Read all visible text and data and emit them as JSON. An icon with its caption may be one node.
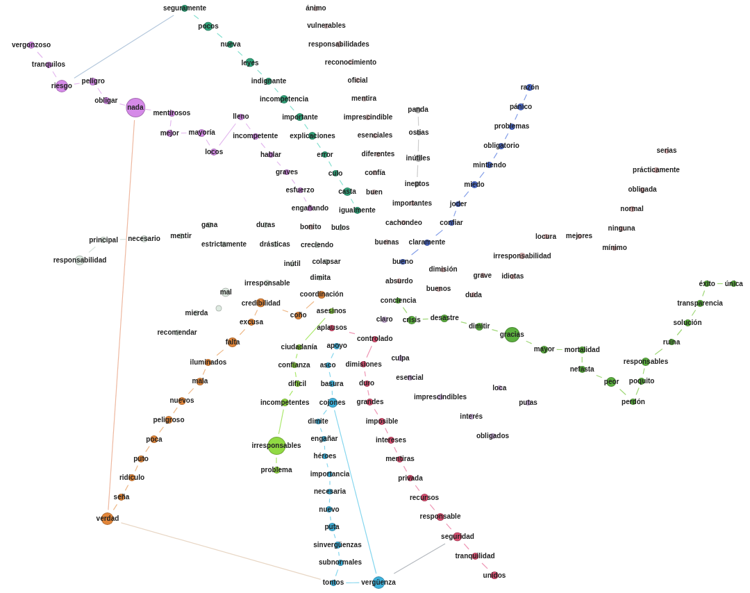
{
  "diagram": {
    "nodes": [
      {
        "text": [
          "vergonzoso"
        ]
      },
      {
        "text": [
          "tranquilos"
        ]
      },
      {
        "text": [
          "riesgo"
        ]
      },
      {
        "text": [
          "peligro"
        ]
      },
      {
        "text": [
          "obligar"
        ]
      },
      {
        "text": [
          "nada"
        ]
      },
      {
        "text": [
          "mentirosos"
        ]
      },
      {
        "text": [
          "mejor"
        ]
      },
      {
        "text": [
          "mayoría"
        ]
      },
      {
        "text": [
          "locos"
        ]
      },
      {
        "text": [
          "lleno"
        ]
      },
      {
        "text": [
          "incompetente"
        ]
      },
      {
        "text": [
          "hablar"
        ]
      },
      {
        "text": [
          "graves"
        ]
      },
      {
        "text": [
          "esfuerzo"
        ]
      },
      {
        "text": [
          "engañando"
        ]
      },
      {
        "text": [
          "seguramente"
        ]
      },
      {
        "text": [
          "pocos"
        ]
      },
      {
        "text": [
          "nueva"
        ]
      },
      {
        "text": [
          "leyes"
        ]
      },
      {
        "text": [
          "indignante"
        ]
      },
      {
        "text": [
          "incompetencia"
        ]
      },
      {
        "text": [
          "importante"
        ]
      },
      {
        "text": [
          "explicaciones"
        ]
      },
      {
        "text": [
          "error"
        ]
      },
      {
        "text": [
          "culo"
        ]
      },
      {
        "text": [
          "casta"
        ]
      },
      {
        "text": [
          "igualmente"
        ]
      },
      {
        "text": [
          "ánimo"
        ]
      },
      {
        "text": [
          "vulnerables"
        ]
      },
      {
        "text": [
          "responsabilidades"
        ]
      },
      {
        "text": [
          "reconocimiento"
        ]
      },
      {
        "text": [
          "oficial"
        ]
      },
      {
        "text": [
          "mentira"
        ]
      },
      {
        "text": [
          "imprescindible"
        ]
      },
      {
        "text": [
          "esenciales"
        ]
      },
      {
        "text": [
          "diferentes"
        ]
      },
      {
        "text": [
          "confía"
        ]
      },
      {
        "text": [
          "buen"
        ]
      },
      {
        "text": [
          "importantes"
        ]
      },
      {
        "text": [
          "cachondeo"
        ]
      },
      {
        "text": [
          "buenas"
        ]
      },
      {
        "text": [
          "bonito"
        ]
      },
      {
        "text": [
          "panda"
        ]
      },
      {
        "text": [
          "ostias"
        ]
      },
      {
        "text": [
          "inútiles"
        ]
      },
      {
        "text": [
          "ineptos"
        ]
      },
      {
        "text": [
          "razón"
        ]
      },
      {
        "text": [
          "pánico"
        ]
      },
      {
        "text": [
          "problemas"
        ]
      },
      {
        "text": [
          "obligatorio"
        ]
      },
      {
        "text": [
          "mintiendo"
        ]
      },
      {
        "text": [
          "miedo"
        ]
      },
      {
        "text": [
          "joder"
        ]
      },
      {
        "text": [
          "confiar"
        ]
      },
      {
        "text": [
          "claramente"
        ]
      },
      {
        "text": [
          "bueno"
        ]
      },
      {
        "text": [
          "serias"
        ]
      },
      {
        "text": [
          "prácticamente"
        ]
      },
      {
        "text": [
          "obligada"
        ]
      },
      {
        "text": [
          "normal"
        ]
      },
      {
        "text": [
          "ninguna"
        ]
      },
      {
        "text": [
          "mínimo"
        ]
      },
      {
        "text": [
          "mejores"
        ]
      },
      {
        "text": [
          "locura"
        ]
      },
      {
        "text": [
          "irresponsabilidad"
        ]
      },
      {
        "text": [
          "idiotas"
        ]
      },
      {
        "text": [
          "grave"
        ]
      },
      {
        "text": [
          "duda"
        ]
      },
      {
        "text": [
          "dimisión"
        ]
      },
      {
        "text": [
          "absurdo"
        ]
      },
      {
        "text": [
          "buenos"
        ]
      },
      {
        "text": [
          "conciencia"
        ]
      },
      {
        "text": [
          "crisis"
        ]
      },
      {
        "text": [
          "desastre"
        ]
      },
      {
        "text": [
          "dimitir"
        ]
      },
      {
        "text": [
          "gracias"
        ]
      },
      {
        "text": [
          "mayor"
        ]
      },
      {
        "text": [
          "mortalidad"
        ]
      },
      {
        "text": [
          "nefasta"
        ]
      },
      {
        "text": [
          "peor"
        ]
      },
      {
        "text": [
          "perdón"
        ]
      },
      {
        "text": [
          "poquito"
        ]
      },
      {
        "text": [
          "responsables"
        ]
      },
      {
        "text": [
          "ruina"
        ]
      },
      {
        "text": [
          "solución"
        ]
      },
      {
        "text": [
          "transparencia"
        ]
      },
      {
        "text": [
          "éxito"
        ]
      },
      {
        "text": [
          "única"
        ]
      },
      {
        "text": [
          "responsabilidad"
        ]
      },
      {
        "text": [
          "principal"
        ]
      },
      {
        "text": [
          "necesario"
        ]
      },
      {
        "text": [
          "mentir"
        ]
      },
      {
        "text": [
          "gana"
        ]
      },
      {
        "text": [
          "estrictamente"
        ]
      },
      {
        "text": [
          "duras"
        ]
      },
      {
        "text": [
          "drásticas"
        ]
      },
      {
        "text": [
          "creciendo"
        ]
      },
      {
        "text": [
          "bulos"
        ]
      },
      {
        "text": [
          "colapsar"
        ]
      },
      {
        "text": [
          "inútil"
        ]
      },
      {
        "text": [
          "dimita"
        ]
      },
      {
        "text": [
          "irresponsable"
        ]
      },
      {
        "text": [
          "mal"
        ]
      },
      {
        "text": [],
        "shape": "circle"
      },
      {
        "text": [
          "mierda"
        ]
      },
      {
        "text": [
          "recomendar"
        ]
      },
      {
        "text": [
          "coordinación"
        ]
      },
      {
        "text": [
          "coño"
        ]
      },
      {
        "text": [
          "credibilidad"
        ]
      },
      {
        "text": [
          "excusa"
        ]
      },
      {
        "text": [
          "falta"
        ]
      },
      {
        "text": [
          "iluminados"
        ]
      },
      {
        "text": [
          "mala"
        ]
      },
      {
        "text": [
          "nuevos"
        ]
      },
      {
        "text": [
          "peligroso"
        ]
      },
      {
        "text": [
          "poca"
        ]
      },
      {
        "text": [
          "puto"
        ]
      },
      {
        "text": [
          "ridículo"
        ]
      },
      {
        "text": [
          "seña"
        ]
      },
      {
        "text": [
          "verdad"
        ]
      },
      {
        "text": [
          "asesinos"
        ]
      },
      {
        "text": [
          "ciudadanía"
        ]
      },
      {
        "text": [
          "confianza"
        ]
      },
      {
        "text": [
          "difícil"
        ]
      },
      {
        "text": [
          "incompetentes"
        ]
      },
      {
        "text": [
          "irresponsables"
        ]
      },
      {
        "text": [
          "problema"
        ]
      },
      {
        "text": [
          "apoyo"
        ]
      },
      {
        "text": [
          "asco"
        ]
      },
      {
        "text": [
          "basura"
        ]
      },
      {
        "text": [
          "cojones"
        ]
      },
      {
        "text": [
          "dimite"
        ]
      },
      {
        "text": [
          "engañar"
        ]
      },
      {
        "text": [
          "héroes"
        ]
      },
      {
        "text": [
          "importancia"
        ]
      },
      {
        "text": [
          "necesaria"
        ]
      },
      {
        "text": [
          "nuevo"
        ]
      },
      {
        "text": [
          "puta"
        ]
      },
      {
        "text": [
          "sinvergüenzas"
        ]
      },
      {
        "text": [
          "subnormales"
        ]
      },
      {
        "text": [
          "tontos"
        ]
      },
      {
        "text": [
          "vergüenza"
        ]
      },
      {
        "text": [
          "aplausos"
        ]
      },
      {
        "text": [
          "controlado"
        ]
      },
      {
        "text": [
          "dimisiones"
        ]
      },
      {
        "text": [
          "duro"
        ]
      },
      {
        "text": [
          "grandes"
        ]
      },
      {
        "text": [
          "imposible"
        ]
      },
      {
        "text": [
          "intereses"
        ]
      },
      {
        "text": [
          "mentiras"
        ]
      },
      {
        "text": [
          "privada"
        ]
      },
      {
        "text": [
          "recursos"
        ]
      },
      {
        "text": [
          "responsable"
        ]
      },
      {
        "text": [
          "seguridad"
        ]
      },
      {
        "text": [
          "tranquilidad"
        ]
      },
      {
        "text": [
          "unidos"
        ]
      },
      {
        "text": [
          "claro"
        ]
      },
      {
        "text": [
          "culpa"
        ]
      },
      {
        "text": [
          "esencial"
        ]
      },
      {
        "text": [
          "imprescindibles"
        ]
      },
      {
        "text": [
          "interés"
        ]
      },
      {
        "text": [
          "loca"
        ]
      },
      {
        "text": [
          "obligados"
        ]
      },
      {
        "text": [
          "putas"
        ]
      }
    ],
    "edges": [
      {
        "from": 0,
        "to": 1,
        "arrow": "none",
        "color": "#d9a0e8"
      },
      {
        "from": 1,
        "to": 2,
        "arrow": "none",
        "color": "#d9a0e8"
      },
      {
        "from": 2,
        "to": 3,
        "arrow": "none",
        "color": "#d9a0e8"
      },
      {
        "from": 3,
        "to": 4,
        "arrow": "none",
        "color": "#d9a0e8"
      },
      {
        "from": 4,
        "to": 5,
        "arrow": "none",
        "color": "#d9a0e8"
      },
      {
        "from": 5,
        "to": 6,
        "arrow": "none",
        "color": "#d9a0e8"
      },
      {
        "from": 6,
        "to": 7,
        "arrow": "none",
        "color": "#d9a0e8"
      },
      {
        "from": 7,
        "to": 8,
        "arrow": "none",
        "color": "#d9a0e8"
      },
      {
        "from": 8,
        "to": 9,
        "arrow": "none",
        "color": "#d9a0e8"
      },
      {
        "from": 9,
        "to": 10,
        "arrow": "none",
        "color": "#d9a0e8"
      },
      {
        "from": 10,
        "to": 11,
        "arrow": "none",
        "color": "#d9a0e8"
      },
      {
        "from": 11,
        "to": 12,
        "arrow": "none",
        "color": "#d9a0e8"
      },
      {
        "from": 12,
        "to": 13,
        "arrow": "none",
        "color": "#d9a0e8"
      },
      {
        "from": 13,
        "to": 14,
        "arrow": "none",
        "color": "#d9a0e8"
      },
      {
        "from": 14,
        "to": 15,
        "arrow": "none",
        "color": "#d9a0e8"
      },
      {
        "from": 16,
        "to": 17,
        "arrow": "none",
        "color": "#5fd6c0"
      },
      {
        "from": 17,
        "to": 18,
        "arrow": "none",
        "color": "#5fd6c0"
      },
      {
        "from": 18,
        "to": 19,
        "arrow": "none",
        "color": "#5fd6c0"
      },
      {
        "from": 19,
        "to": 20,
        "arrow": "none",
        "color": "#5fd6c0"
      },
      {
        "from": 20,
        "to": 21,
        "arrow": "none",
        "color": "#5fd6c0"
      },
      {
        "from": 21,
        "to": 22,
        "arrow": "none",
        "color": "#5fd6c0"
      },
      {
        "from": 22,
        "to": 23,
        "arrow": "none",
        "color": "#5fd6c0"
      },
      {
        "from": 23,
        "to": 24,
        "arrow": "none",
        "color": "#5fd6c0"
      },
      {
        "from": 24,
        "to": 25,
        "arrow": "none",
        "color": "#5fd6c0"
      },
      {
        "from": 25,
        "to": 26,
        "arrow": "none",
        "color": "#5fd6c0"
      },
      {
        "from": 26,
        "to": 27,
        "arrow": "none",
        "color": "#5fd6c0"
      },
      {
        "from": 43,
        "to": 44,
        "arrow": "none",
        "color": "#bbbbbb"
      },
      {
        "from": 44,
        "to": 45,
        "arrow": "none",
        "color": "#bbbbbb"
      },
      {
        "from": 45,
        "to": 46,
        "arrow": "none",
        "color": "#bbbbbb"
      },
      {
        "from": 47,
        "to": 48,
        "arrow": "none",
        "color": "#5a7de0"
      },
      {
        "from": 48,
        "to": 49,
        "arrow": "none",
        "color": "#5a7de0"
      },
      {
        "from": 49,
        "to": 50,
        "arrow": "none",
        "color": "#5a7de0"
      },
      {
        "from": 50,
        "to": 51,
        "arrow": "none",
        "color": "#5a7de0"
      },
      {
        "from": 51,
        "to": 52,
        "arrow": "none",
        "color": "#5a7de0"
      },
      {
        "from": 52,
        "to": 53,
        "arrow": "none",
        "color": "#5a7de0"
      },
      {
        "from": 53,
        "to": 54,
        "arrow": "none",
        "color": "#5a7de0"
      },
      {
        "from": 54,
        "to": 55,
        "arrow": "none",
        "color": "#5a7de0"
      },
      {
        "from": 55,
        "to": 56,
        "arrow": "none",
        "color": "#5a7de0"
      },
      {
        "from": 72,
        "to": 73,
        "arrow": "none",
        "color": "#7fc94a"
      },
      {
        "from": 73,
        "to": 74,
        "arrow": "none",
        "color": "#7fc94a"
      },
      {
        "from": 74,
        "to": 75,
        "arrow": "none",
        "color": "#7fc94a"
      },
      {
        "from": 75,
        "to": 76,
        "arrow": "none",
        "color": "#7fc94a"
      },
      {
        "from": 76,
        "to": 77,
        "arrow": "none",
        "color": "#7fc94a"
      },
      {
        "from": 77,
        "to": 78,
        "arrow": "none",
        "color": "#7fc94a"
      },
      {
        "from": 78,
        "to": 79,
        "arrow": "none",
        "color": "#7fc94a"
      },
      {
        "from": 79,
        "to": 80,
        "arrow": "none",
        "color": "#7fc94a"
      },
      {
        "from": 80,
        "to": 81,
        "arrow": "none",
        "color": "#7fc94a"
      },
      {
        "from": 81,
        "to": 82,
        "arrow": "none",
        "color": "#7fc94a"
      },
      {
        "from": 82,
        "to": 83,
        "arrow": "none",
        "color": "#7fc94a"
      },
      {
        "from": 83,
        "to": 84,
        "arrow": "none",
        "color": "#7fc94a"
      },
      {
        "from": 84,
        "to": 85,
        "arrow": "none",
        "color": "#7fc94a"
      },
      {
        "from": 85,
        "to": 86,
        "arrow": "none",
        "color": "#7fc94a"
      },
      {
        "from": 86,
        "to": 87,
        "arrow": "none",
        "color": "#7fc94a"
      },
      {
        "from": 87,
        "to": 88,
        "arrow": "none",
        "color": "#7fc94a"
      },
      {
        "from": 107,
        "to": 108,
        "arrow": "none",
        "color": "#e8a060"
      },
      {
        "from": 108,
        "to": 109,
        "arrow": "none",
        "color": "#e8a060"
      },
      {
        "from": 109,
        "to": 110,
        "arrow": "none",
        "color": "#e8a060"
      },
      {
        "from": 110,
        "to": 111,
        "arrow": "none",
        "color": "#e8a060"
      },
      {
        "from": 111,
        "to": 112,
        "arrow": "none",
        "color": "#e8a060"
      },
      {
        "from": 112,
        "to": 113,
        "arrow": "none",
        "color": "#e8a060"
      },
      {
        "from": 113,
        "to": 114,
        "arrow": "none",
        "color": "#e8a060"
      },
      {
        "from": 114,
        "to": 115,
        "arrow": "none",
        "color": "#e8a060"
      },
      {
        "from": 115,
        "to": 116,
        "arrow": "none",
        "color": "#e8a060"
      },
      {
        "from": 116,
        "to": 117,
        "arrow": "none",
        "color": "#e8a060"
      },
      {
        "from": 117,
        "to": 118,
        "arrow": "none",
        "color": "#e8a060"
      },
      {
        "from": 118,
        "to": 119,
        "arrow": "none",
        "color": "#e8a060"
      },
      {
        "from": 119,
        "to": 120,
        "arrow": "none",
        "color": "#e8a060"
      },
      {
        "from": 121,
        "to": 122,
        "arrow": "none",
        "color": "#8ee03a"
      },
      {
        "from": 122,
        "to": 123,
        "arrow": "none",
        "color": "#8ee03a"
      },
      {
        "from": 123,
        "to": 124,
        "arrow": "none",
        "color": "#8ee03a"
      },
      {
        "from": 124,
        "to": 125,
        "arrow": "none",
        "color": "#8ee03a"
      },
      {
        "from": 125,
        "to": 126,
        "arrow": "none",
        "color": "#8ee03a"
      },
      {
        "from": 126,
        "to": 127,
        "arrow": "none",
        "color": "#8ee03a"
      },
      {
        "from": 128,
        "to": 129,
        "arrow": "none",
        "color": "#5cc8e8"
      },
      {
        "from": 129,
        "to": 130,
        "arrow": "none",
        "color": "#5cc8e8"
      },
      {
        "from": 130,
        "to": 131,
        "arrow": "none",
        "color": "#5cc8e8"
      },
      {
        "from": 131,
        "to": 132,
        "arrow": "none",
        "color": "#5cc8e8"
      },
      {
        "from": 132,
        "to": 133,
        "arrow": "none",
        "color": "#5cc8e8"
      },
      {
        "from": 133,
        "to": 134,
        "arrow": "none",
        "color": "#5cc8e8"
      },
      {
        "from": 134,
        "to": 135,
        "arrow": "none",
        "color": "#5cc8e8"
      },
      {
        "from": 135,
        "to": 136,
        "arrow": "none",
        "color": "#5cc8e8"
      },
      {
        "from": 136,
        "to": 137,
        "arrow": "none",
        "color": "#5cc8e8"
      },
      {
        "from": 137,
        "to": 138,
        "arrow": "none",
        "color": "#5cc8e8"
      },
      {
        "from": 138,
        "to": 139,
        "arrow": "none",
        "color": "#5cc8e8"
      },
      {
        "from": 139,
        "to": 140,
        "arrow": "none",
        "color": "#5cc8e8"
      },
      {
        "from": 140,
        "to": 141,
        "arrow": "none",
        "color": "#5cc8e8"
      },
      {
        "from": 141,
        "to": 142,
        "arrow": "none",
        "color": "#5cc8e8"
      },
      {
        "from": 131,
        "to": 142,
        "arrow": "none",
        "color": "#5cc8e8"
      },
      {
        "from": 143,
        "to": 144,
        "arrow": "none",
        "color": "#e8709a"
      },
      {
        "from": 144,
        "to": 145,
        "arrow": "none",
        "color": "#e8709a"
      },
      {
        "from": 145,
        "to": 146,
        "arrow": "none",
        "color": "#e8709a"
      },
      {
        "from": 146,
        "to": 147,
        "arrow": "none",
        "color": "#e8709a"
      },
      {
        "from": 147,
        "to": 148,
        "arrow": "none",
        "color": "#e8709a"
      },
      {
        "from": 148,
        "to": 149,
        "arrow": "none",
        "color": "#e8709a"
      },
      {
        "from": 149,
        "to": 150,
        "arrow": "none",
        "color": "#e8709a"
      },
      {
        "from": 150,
        "to": 151,
        "arrow": "none",
        "color": "#e8709a"
      },
      {
        "from": 151,
        "to": 152,
        "arrow": "none",
        "color": "#e8709a"
      },
      {
        "from": 152,
        "to": 153,
        "arrow": "none",
        "color": "#e8709a"
      },
      {
        "from": 153,
        "to": 154,
        "arrow": "none",
        "color": "#e8709a"
      },
      {
        "from": 154,
        "to": 155,
        "arrow": "none",
        "color": "#e8709a"
      },
      {
        "from": 155,
        "to": 156,
        "arrow": "none",
        "color": "#e8709a"
      },
      {
        "from": 2,
        "to": 16,
        "arrow": "none",
        "color": "#9ab4d0"
      },
      {
        "from": 5,
        "to": 120,
        "arrow": "none",
        "color": "#e8a080"
      },
      {
        "from": 120,
        "to": 141,
        "arrow": "none",
        "color": "#e0c8b0"
      },
      {
        "from": 142,
        "to": 154,
        "arrow": "none",
        "color": "#9aa0a8"
      },
      {
        "from": 89,
        "to": 90,
        "arrow": "none",
        "color": "#c8d8d0"
      },
      {
        "from": 90,
        "to": 91,
        "arrow": "none",
        "color": "#c8d8d0"
      }
    ]
  }
}
